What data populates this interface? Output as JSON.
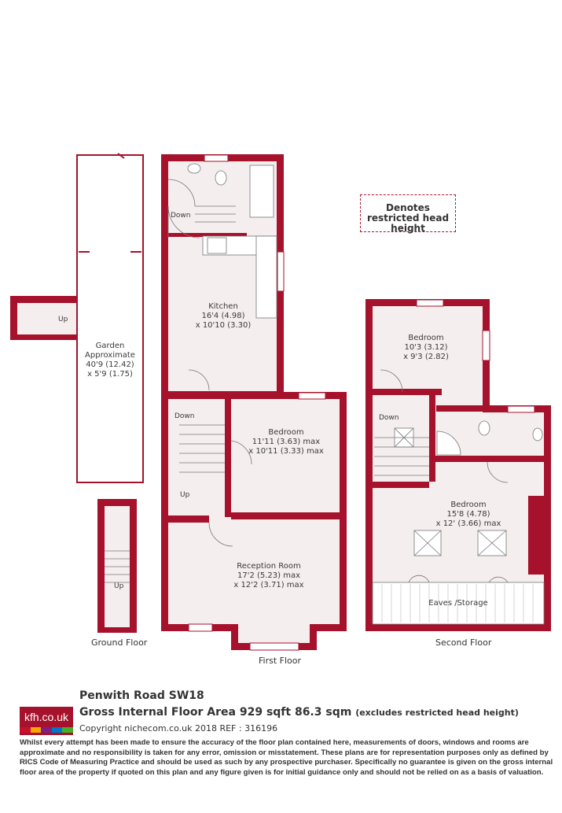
{
  "legend": {
    "text": "Denotes restricted head height"
  },
  "floors": {
    "ground": "Ground Floor",
    "first": "First Floor",
    "second": "Second Floor"
  },
  "rooms": {
    "garden": {
      "line1": "Garden",
      "line2": "Approximate",
      "line3": "40'9 (12.42)",
      "line4": "x 5'9 (1.75)"
    },
    "kitchen": {
      "title": "Kitchen",
      "line2": "16'4 (4.98)",
      "line3": "x 10'10 (3.30)"
    },
    "bedroom1": {
      "title": "Bedroom",
      "line2": "11'11 (3.63) max",
      "line3": "x 10'11 (3.33) max"
    },
    "reception": {
      "title": "Reception Room",
      "line2": "17'2 (5.23) max",
      "line3": "x 12'2 (3.71) max"
    },
    "bedroom2": {
      "title": "Bedroom",
      "line2": "10'3 (3.12)",
      "line3": "x 9'3 (2.82)"
    },
    "bedroom3": {
      "title": "Bedroom",
      "line2": "15'8 (4.78)",
      "line3": "x 12' (3.66) max"
    },
    "eaves": {
      "title": "Eaves /Storage"
    }
  },
  "stairs": {
    "ground_up_1": "Up",
    "ground_up_2": "Up",
    "first_down_1": "Down",
    "first_down_2": "Down",
    "first_up": "Up",
    "second_down": "Down"
  },
  "footer": {
    "logo": "kfh.co.uk",
    "address": "Penwith Road  SW18",
    "area": "Gross Internal Floor Area 929 sqft 86.3 sqm",
    "area_note": "(excludes restricted head height)",
    "copyright": "Copyright nichecom.co.uk 2018 REF : 316196",
    "disclaimer": "Whilst every attempt has been made to ensure the accuracy of the floor plan contained here, measurements of doors, windows and rooms are approximate and no responsibility is taken for any error, omission or misstatement. These plans are for representation purposes only as defined by RICS Code of Measuring Practice and should be used as such by any prospective purchaser.  Specifically no guarantee is given on the gross internal floor area of the property if quoted on this plan and any figure given is for initial guidance only and should not be relied on as a basis of valuation."
  },
  "colors": {
    "wall": "#a6112b",
    "floor": "#f5eeee",
    "logo_stripes": [
      "#c8102e",
      "#f7a600",
      "#7a2182",
      "#0077c8",
      "#43b02a"
    ]
  }
}
